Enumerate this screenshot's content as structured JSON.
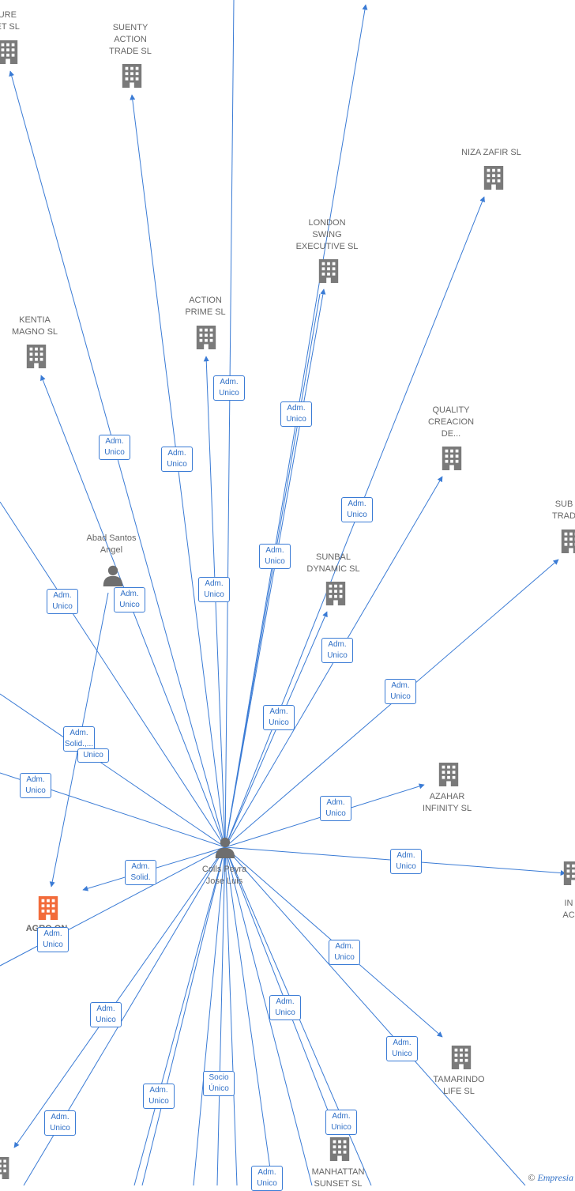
{
  "colors": {
    "edge": "#3a7bd5",
    "company": "#7a7a7a",
    "company_highlight": "#f26b3a",
    "person": "#6e6e6e",
    "label": "#666666"
  },
  "center": {
    "label": "Colls Peyra\nJose Luis"
  },
  "person2": {
    "label": "Abad Santos\nAngel"
  },
  "nodes": [
    {
      "label": "TURE\nSET SL"
    },
    {
      "label": "SUENTY\nACTION\nTRADE SL"
    },
    {
      "label": "NIZA ZAFIR SL"
    },
    {
      "label": "LONDON\nSWING\nEXECUTIVE SL"
    },
    {
      "label": "ACTION\nPRIME SL"
    },
    {
      "label": "KENTIA\nMAGNO SL"
    },
    {
      "label": "QUALITY\nCREACION\nDE..."
    },
    {
      "label": "SUB\nTRAD"
    },
    {
      "label": "SUNBAL\nDYNAMIC SL"
    },
    {
      "label": "AZAHAR\nINFINITY SL"
    },
    {
      "label": "AGRO ON\nNO"
    },
    {
      "label": "TAMARINDO\nLIFE SL"
    },
    {
      "label": "MANHATTAN\nSUNSET SL"
    },
    {
      "label": "IN\nAC"
    }
  ],
  "edge_labels": [
    "Adm.\nUnico",
    "Adm.\nUnico",
    "Adm.\nUnico",
    "Adm.\nUnico",
    "Adm.\nUnico",
    "Adm.\nUnico",
    "Adm.\nUnico",
    "Adm.\nUnico",
    "Adm.\nUnico",
    "Adm.\nUnico",
    "Adm.\nUnico",
    "Adm.\nUnico",
    "Adm.\nSolid.,...",
    "Unico",
    "Adm.\nUnico",
    "Adm.\nUnico",
    "Adm.\nUnico",
    "Adm.\nSolid.",
    "Adm.\nUnico",
    "Adm.\nUnico",
    "Adm.\nUnico",
    "Adm.\nUnico",
    "Adm.\nUnico",
    "Socio\nÚnico",
    "Adm.\nUnico",
    "Adm.\nUnico",
    "Adm.\nUnico",
    "Adm.\nUnico",
    "Adm.\nUnico"
  ],
  "watermark": {
    "symbol": "©",
    "brand": "Empresia"
  }
}
